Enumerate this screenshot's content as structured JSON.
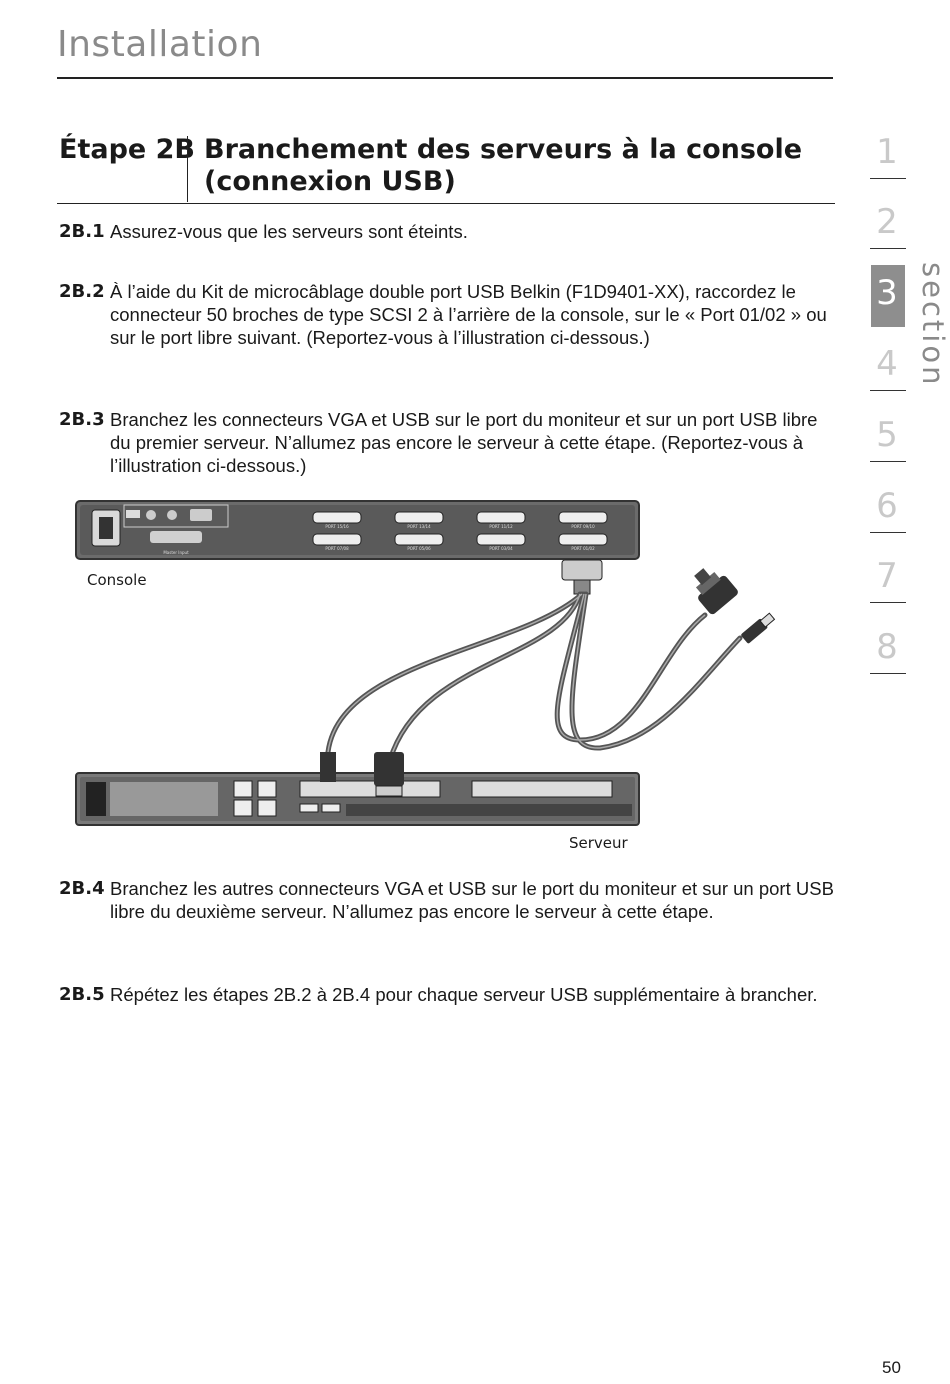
{
  "header": {
    "section_title": "Installation"
  },
  "step_heading": {
    "label": "Étape 2B",
    "title": "Branchement des serveurs à la console (connexion USB)"
  },
  "steps": [
    {
      "num": "2B.1",
      "text": "Assurez-vous que les serveurs sont éteints."
    },
    {
      "num": "2B.2",
      "text": "À l’aide du Kit de microcâblage double port USB Belkin (F1D9401-XX), raccordez le connecteur 50 broches de type SCSI 2 à l’arrière de la console, sur le « Port 01/02 » ou sur le port libre suivant. (Reportez-vous à l’illustration ci-dessous.)"
    },
    {
      "num": "2B.3",
      "text": "Branchez les connecteurs VGA et USB sur le port du moniteur et sur un port USB libre du premier serveur. N’allumez pas encore le serveur à cette étape. (Reportez-vous à l’illustration ci-dessous.)"
    },
    {
      "num": "2B.4",
      "text": "Branchez les autres connecteurs VGA et USB sur le port du moniteur et sur un port USB libre du deuxième serveur. N’allumez pas encore le serveur à cette étape."
    },
    {
      "num": "2B.5",
      "text": "Répétez les étapes 2B.2 à 2B.4 pour chaque serveur USB supplémentaire à brancher."
    }
  ],
  "diagram": {
    "console_label": "Console",
    "server_label": "Serveur",
    "console_ports": [
      "PORT 15/16",
      "PORT 13/14",
      "PORT 11/12",
      "PORT 09/10",
      "PORT 07/08",
      "PORT 05/06",
      "PORT 03/04",
      "PORT 01/02"
    ],
    "master_input": "Master Input"
  },
  "side_nav": {
    "items": [
      "1",
      "2",
      "3",
      "4",
      "5",
      "6",
      "7",
      "8"
    ],
    "active": "3",
    "word": "section"
  },
  "page_number": "50"
}
